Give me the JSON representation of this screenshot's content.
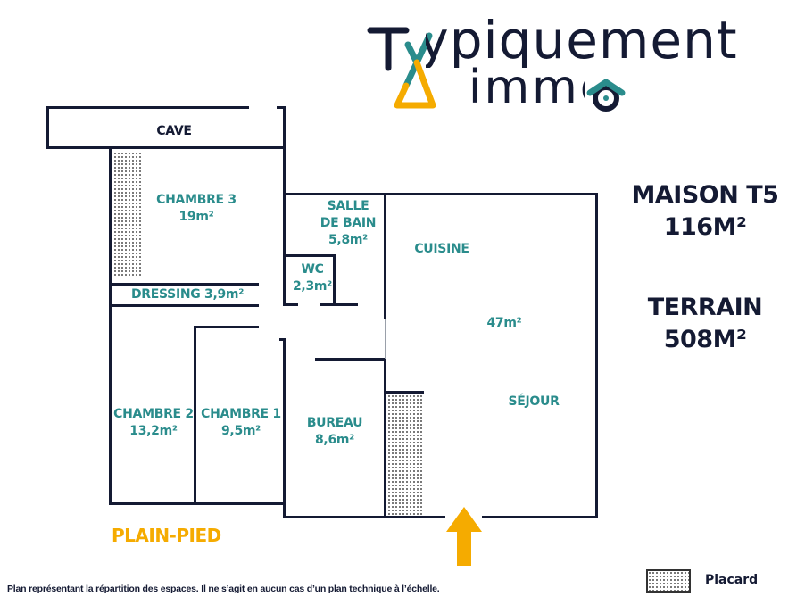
{
  "logo": {
    "line1": "Typiquement",
    "line2": "immo",
    "colors": {
      "dark": "#141a33",
      "teal": "#2a8c8c",
      "yellow": "#f5ab00"
    }
  },
  "info": {
    "title_line1": "MAISON T5",
    "title_line2": "116M²",
    "terrain_line1": "TERRAIN",
    "terrain_line2": "508M²"
  },
  "rooms": {
    "cave": {
      "name": "CAVE"
    },
    "chambre3": {
      "name": "CHAMBRE 3",
      "area": "19m²"
    },
    "dressing": {
      "name": "DRESSING 3,9m²"
    },
    "salle_de_bain": {
      "name_line1": "SALLE",
      "name_line2": "DE BAIN",
      "area": "5,8m²"
    },
    "wc": {
      "name": "WC",
      "area": "2,3m²"
    },
    "cuisine": {
      "name": "CUISINE"
    },
    "sejour_area": {
      "area": "47m²"
    },
    "sejour": {
      "name": "SÉJOUR"
    },
    "chambre2": {
      "name": "CHAMBRE 2",
      "area": "13,2m²"
    },
    "chambre1": {
      "name": "CHAMBRE 1",
      "area": "9,5m²"
    },
    "bureau": {
      "name": "BUREAU",
      "area": "8,6m²"
    }
  },
  "level": "PLAIN-PIED",
  "legend": {
    "placard": "Placard"
  },
  "disclaimer": "Plan représentant la répartition des espaces. Il ne s’agit en aucun cas d’un plan technique à l’échelle.",
  "colors": {
    "wall": "#141a33",
    "room_label": "#2a8c8c",
    "accent": "#f5ab00"
  }
}
